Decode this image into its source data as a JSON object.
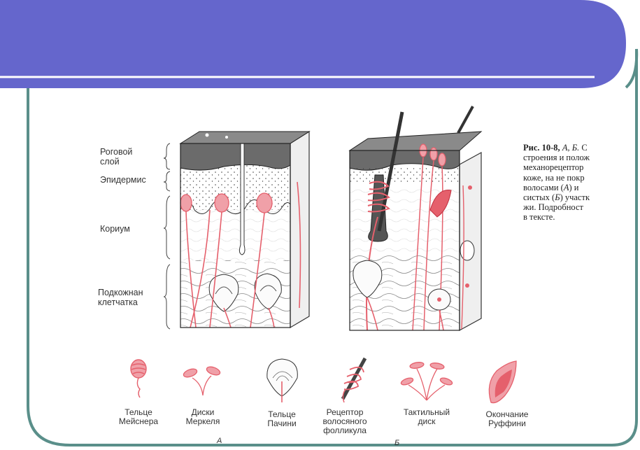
{
  "colors": {
    "header": "#6566cc",
    "frame": "#5a8f8a",
    "nerve": "#e5606c"
  },
  "layer_labels": {
    "stratum_corneum_1": "Роговой",
    "stratum_corneum_2": "слой",
    "epidermis": "Эпидермис",
    "dermis": "Кориум",
    "hypodermis_1": "Подкожнан",
    "hypodermis_2": "клетчатка"
  },
  "figure_caption": {
    "num": "Рис. 10-8,",
    "panels": "А, Б.",
    "lines": [
      "строения и полож",
      "механорецептор",
      "коже, на не покр",
      "волосами (",
      "систых (",
      "жи. Подробност",
      "в тексте."
    ],
    "line1_tail": "С",
    "line5_italic": "А",
    "line5_tail": ") и",
    "line6_italic": "Б",
    "line6_tail": ") участк"
  },
  "receptors": [
    {
      "icon": "meissner-icon",
      "line1": "Тельце",
      "line2": "Мейснера",
      "line3": ""
    },
    {
      "icon": "merkel-icon",
      "line1": "Диски",
      "line2": "Меркеля",
      "line3": ""
    },
    {
      "icon": "pacini-icon",
      "line1": "Тельце",
      "line2": "Пачини",
      "line3": ""
    },
    {
      "icon": "follicle-receptor-icon",
      "line1": "Рецептор",
      "line2": "волосяного",
      "line3": "фолликула"
    },
    {
      "icon": "tactile-disc-icon",
      "line1": "Тактильный",
      "line2": "диск",
      "line3": ""
    },
    {
      "icon": "ruffini-icon",
      "line1": "Окончание",
      "line2": "Руффини",
      "line3": ""
    }
  ],
  "panel_labels": {
    "a": "А",
    "b": "Б"
  }
}
